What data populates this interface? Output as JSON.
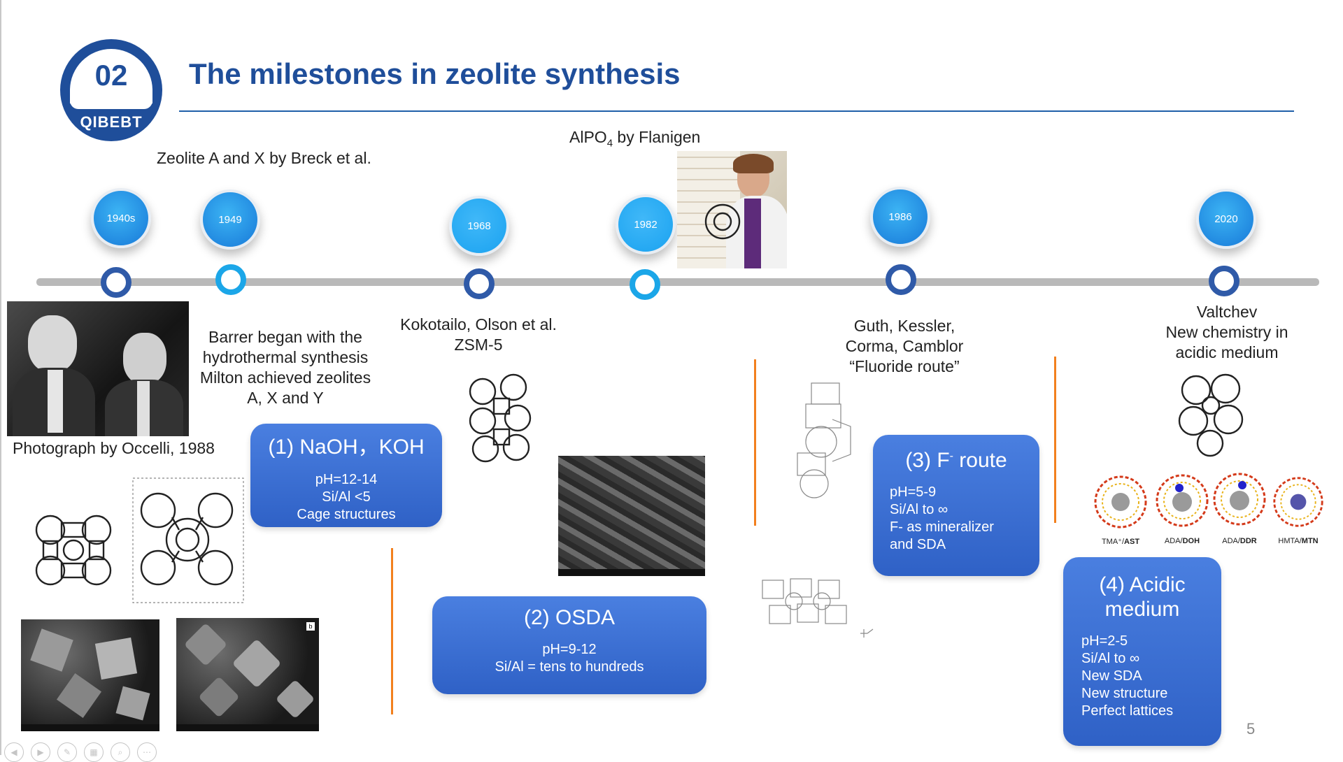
{
  "logo": {
    "number": "02",
    "name": "QIBEBT"
  },
  "title": "The milestones in zeolite synthesis",
  "years": [
    "1940s",
    "1949",
    "1968",
    "1982",
    "1986",
    "2020"
  ],
  "events": {
    "breck": "Zeolite A and X by Breck et al.",
    "flanigen_prefix": "AlPO",
    "flanigen_sub": "4",
    "flanigen_suffix": " by Flanigen",
    "barrer": [
      "Barrer began with the",
      "hydrothermal synthesis",
      "Milton achieved zeolites",
      "A, X and Y"
    ],
    "photo_caption": "Photograph by Occelli, 1988",
    "kokotailo": [
      "Kokotailo, Olson et al.",
      "ZSM-5"
    ],
    "guth": [
      "Guth, Kessler,",
      "Corma, Camblor",
      "“Fluoride route”"
    ],
    "valtchev": [
      "Valtchev",
      "New chemistry in",
      "acidic medium"
    ]
  },
  "boxes": {
    "b1": {
      "title": "(1) NaOH，KOH",
      "lines": [
        "pH=12-14",
        "Si/Al <5",
        "Cage structures"
      ]
    },
    "b2": {
      "title": "(2) OSDA",
      "lines": [
        "pH=9-12",
        "Si/Al = tens to hundreds"
      ]
    },
    "b3": {
      "title_pre": "(3) F",
      "title_sup": "-",
      "title_post": " route",
      "lines": [
        "pH=5-9",
        "Si/Al  to ∞",
        "F- as mineralizer",
        "and SDA"
      ]
    },
    "b4": {
      "title": [
        "(4) Acidic",
        "medium"
      ],
      "lines": [
        "pH=2-5",
        "Si/Al to ∞",
        "New SDA",
        "New structure",
        "Perfect lattices"
      ]
    }
  },
  "sda_labels": [
    {
      "pre": "TMA⁺/",
      "code": "AST"
    },
    {
      "pre": "ADA/",
      "code": "DOH"
    },
    {
      "pre": "ADA/",
      "code": "DDR"
    },
    {
      "pre": "HMTA/",
      "code": "MTN"
    }
  ],
  "page_number": "5",
  "colors": {
    "brand": "#1f4e9a",
    "accent_cyan": "#1ba6e8",
    "box_blue": "#3a6fd6",
    "orange_divider": "#f2801e"
  },
  "nav_icons": [
    "prev-icon",
    "next-icon",
    "pen-icon",
    "slides-icon",
    "zoom-icon",
    "more-icon"
  ]
}
